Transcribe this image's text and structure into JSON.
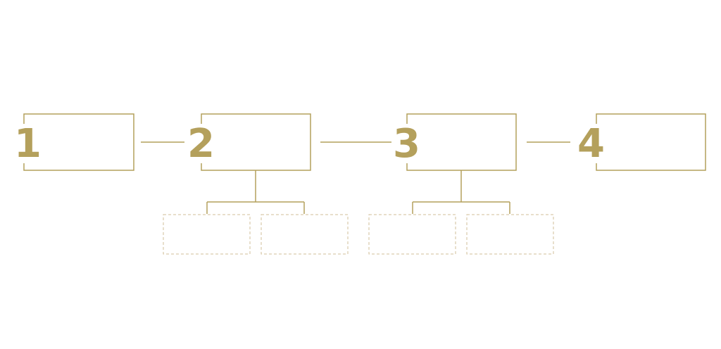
{
  "colors": {
    "accent": "#b4a05c",
    "dashed": "#d2bf98",
    "background": "#ffffff"
  },
  "steps": [
    {
      "number": "1"
    },
    {
      "number": "2"
    },
    {
      "number": "3"
    },
    {
      "number": "4"
    }
  ]
}
